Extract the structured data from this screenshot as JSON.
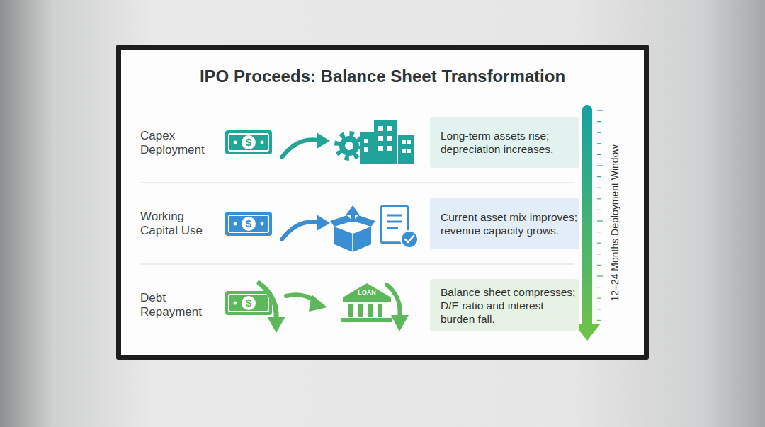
{
  "diagram": {
    "title": "IPO Proceeds: Balance Sheet Transformation",
    "nodes": [
      {
        "text": [
          "Long-term assets rise; depreciation increases."
        ]
      },
      {
        "text": [
          "Current asset mix improves; revenue capacity grows."
        ]
      },
      {
        "text": [
          "Balance sheet compresses; D/E ratio and interest burden fall."
        ]
      }
    ],
    "labels": [
      "Capex Deployment",
      "$",
      "Working Capital Use",
      "$",
      "Debt Repayment",
      "$",
      "LOAN",
      "12–24 Months Deployment Window"
    ]
  }
}
